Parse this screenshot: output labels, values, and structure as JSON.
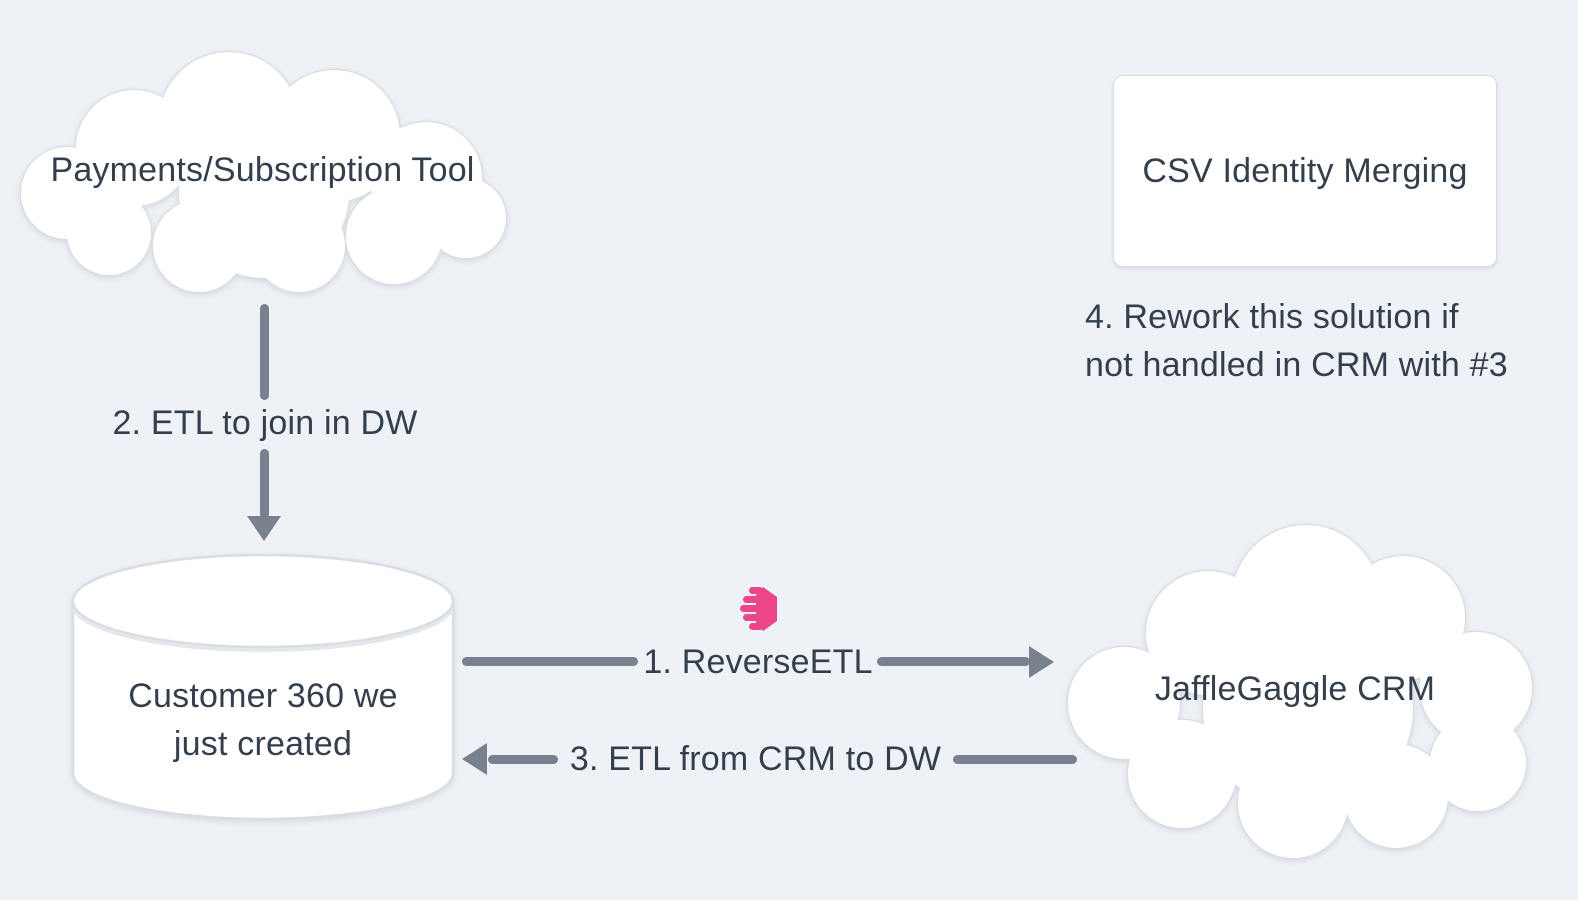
{
  "theme": {
    "bg": "#eef1f5",
    "text": "#333f4d",
    "arrow": "#78828e",
    "shape-border": "#d9dee3",
    "shape-fill": "#ffffff",
    "accent": "#ec4689"
  },
  "diagram_type": "architecture-sketch",
  "nodes": {
    "payments_cloud": {
      "shape": "cloud",
      "label": "Payments/Subscription Tool"
    },
    "csv_box": {
      "shape": "rectangle",
      "label": "CSV Identity Merging"
    },
    "customer360_db": {
      "shape": "cylinder",
      "lines": [
        "Customer 360 we",
        "just created"
      ]
    },
    "jafflegaggle_cloud": {
      "shape": "cloud",
      "label": "JaffleGaggle CRM"
    }
  },
  "edges": {
    "etl_join_dw": {
      "label": "2. ETL to join in DW",
      "direction": "down",
      "from": "payments_cloud",
      "to": "customer360_db"
    },
    "reverse_etl": {
      "label": "1. ReverseETL",
      "direction": "right",
      "from": "customer360_db",
      "to": "jafflegaggle_cloud",
      "icon": "hightouch-logo"
    },
    "etl_from_crm": {
      "label": "3. ETL from CRM to DW",
      "direction": "left",
      "from": "jafflegaggle_cloud",
      "to": "customer360_db"
    }
  },
  "note": {
    "lines": [
      "4. Rework this solution if",
      "not handled in CRM with #3"
    ]
  }
}
